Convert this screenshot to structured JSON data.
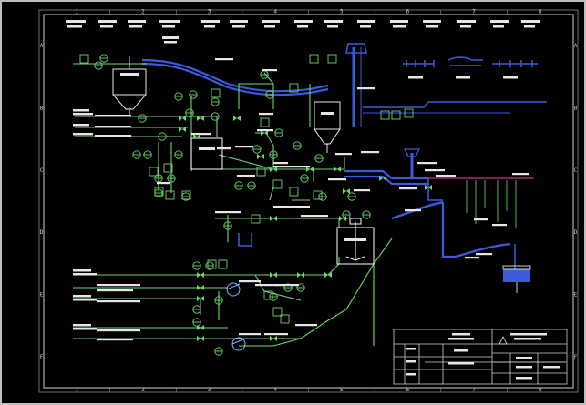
{
  "border": {
    "columns": [
      "1",
      "2",
      "3",
      "4",
      "5",
      "6",
      "7",
      "8"
    ],
    "rows": [
      "A",
      "B",
      "C",
      "D",
      "E",
      "F"
    ]
  },
  "colors": {
    "background": "#000000",
    "process_line": "#6fd66f",
    "vessel_line": "#ffffff",
    "pipe_blue": "#3b5bdb",
    "magenta": "#c0397a",
    "frame": "#cfcfcf"
  },
  "title_block": {
    "company_header": "",
    "rows": [],
    "note": "Title block text is too small to be legible in the screenshot"
  },
  "icons": [
    "instrument-bubble-icon",
    "valve-icon",
    "pump-icon",
    "agitator-icon",
    "silo-icon",
    "tank-icon"
  ]
}
